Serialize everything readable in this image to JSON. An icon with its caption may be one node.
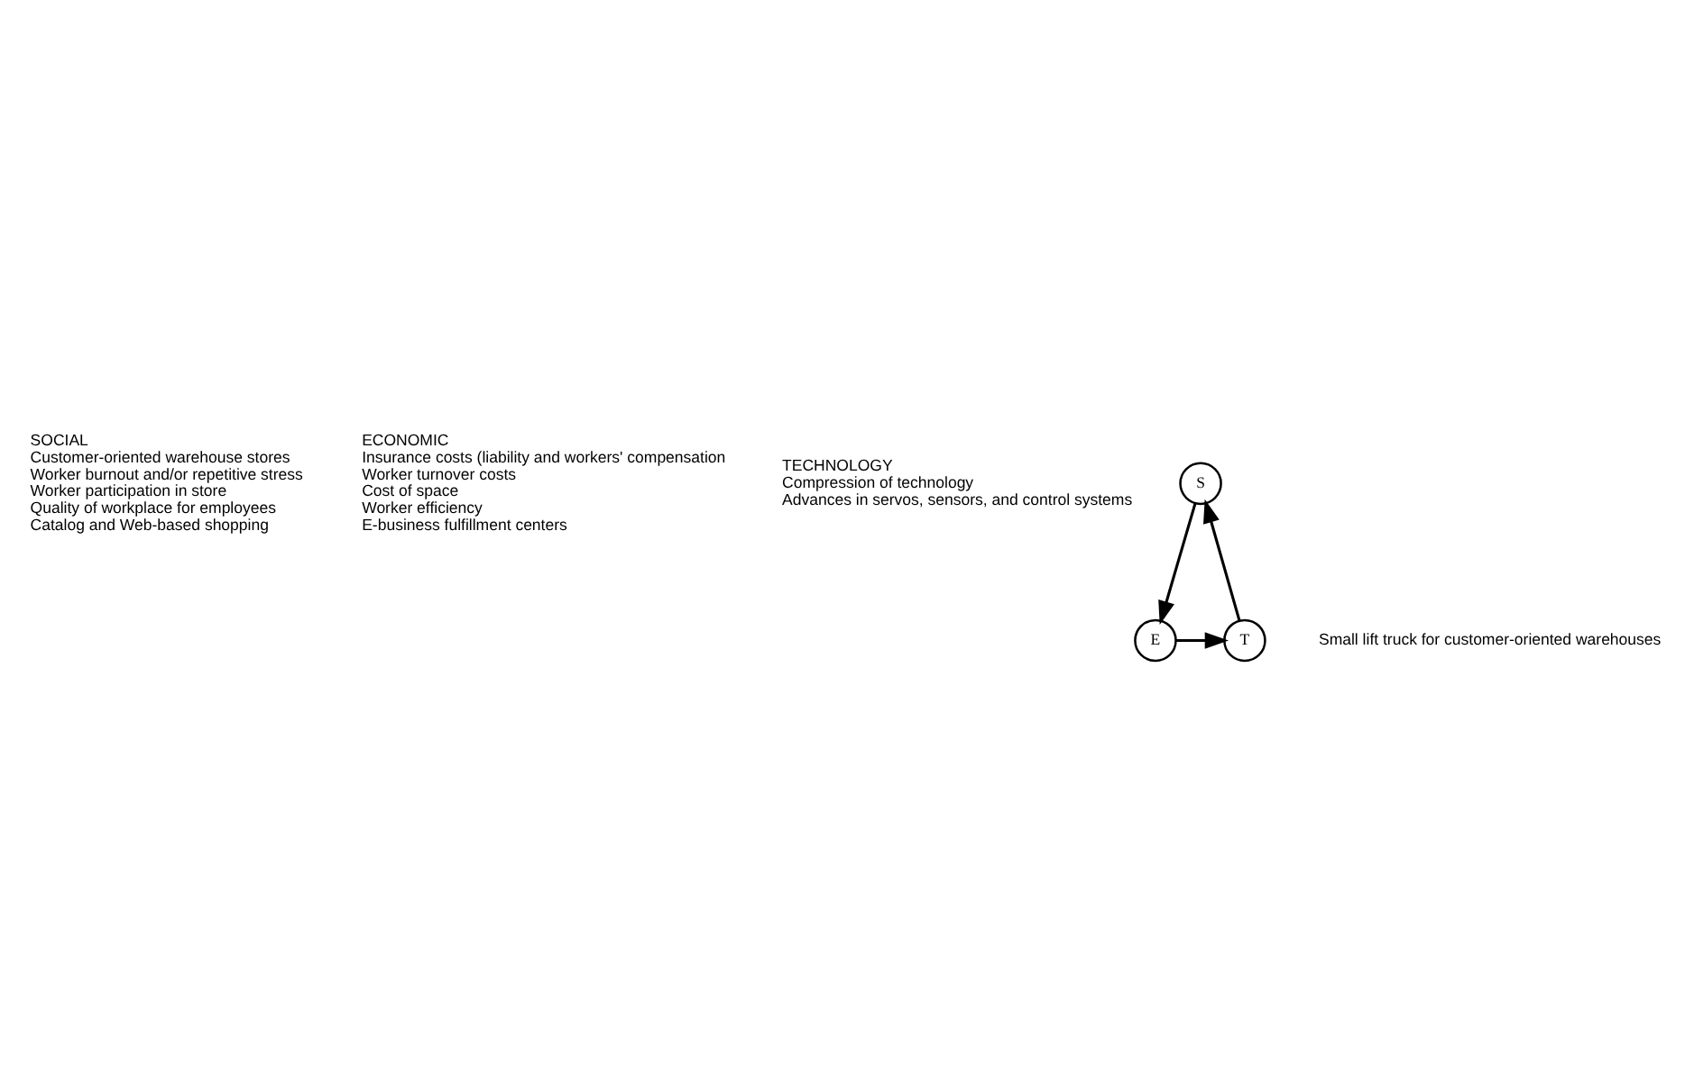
{
  "diagram": {
    "nodes": [
      {
        "text": [
          "SOCIAL",
          "Customer-oriented warehouse stores",
          "Worker burnout and/or repetitive stress",
          "Worker participation in store",
          "Quality of workplace for employees",
          "Catalog and Web-based shopping"
        ]
      },
      {
        "text": [
          "ECONOMIC",
          "Insurance costs (liability and workers' compensation",
          "Worker turnover costs",
          "Cost of space",
          "Worker efficiency",
          "E-business fulfillment centers"
        ]
      },
      {
        "text": [
          "TECHNOLOGY",
          "Compression of technology",
          "Advances in servos, sensors, and control systems"
        ]
      },
      {
        "text": [
          "S"
        ]
      },
      {
        "text": [
          "T"
        ]
      },
      {
        "text": [
          "E"
        ]
      },
      {
        "text": [
          "Small lift truck for customer-oriented warehouses"
        ]
      }
    ],
    "edges": [
      {
        "from": 3,
        "to": 5,
        "arrow": "to"
      },
      {
        "from": 5,
        "to": 4,
        "arrow": "to"
      },
      {
        "from": 4,
        "to": 3,
        "arrow": "to"
      }
    ]
  }
}
